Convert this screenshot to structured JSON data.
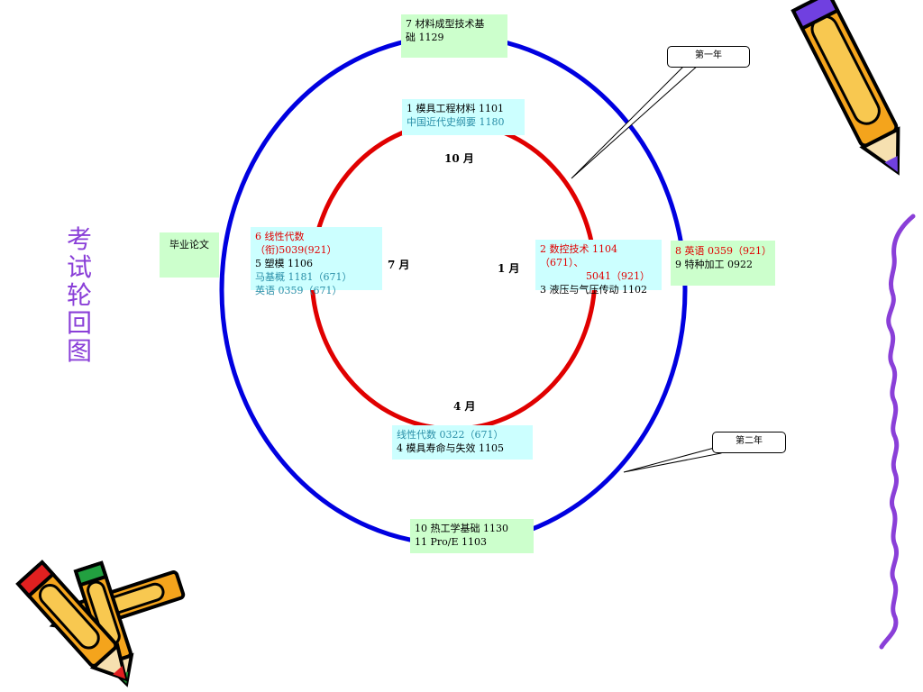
{
  "title_chars": [
    "考",
    "试",
    "轮",
    "回",
    "图"
  ],
  "callouts": {
    "year1": "第一年",
    "year2": "第二年"
  },
  "months": {
    "oct": "10 月",
    "jul": "7 月",
    "jan": "1 月",
    "apr": "4 月"
  },
  "boxes": {
    "top_outer": [
      "7 材料成型技术基",
      "础 1129"
    ],
    "top_inner": [
      "1 模具工程材料 1101",
      "中国近代史纲要 1180"
    ],
    "thesis": "毕业论文",
    "left_inner": [
      "6 线性代数（衔)5039(921）",
      "5 塑模 1106",
      "马基概 1181（671）",
      "英语 0359（671）"
    ],
    "right_inner": [
      "2 数控技术 1104（671）、",
      "5041（921）",
      "3 液压与气压传动 1102"
    ],
    "right_outer": [
      "8 英语 0359（921）",
      "9 特种加工 0922"
    ],
    "bottom_inner": [
      "线性代数 0322（671）",
      "4 模具寿命与失效 1105"
    ],
    "bottom_outer": [
      "10 热工学基础 1130",
      "11 Pro/E 1103"
    ]
  },
  "colors": {
    "outer_ring": "#0000e0",
    "inner_ring": "#e00000",
    "title": "#8a3fd8",
    "squiggle": "#8a3fd8",
    "green_box": "#ccffcc",
    "cyan_box": "#ccffff"
  },
  "icons": [
    "pencil-icon",
    "crossed-pencils-icon",
    "squiggle-line"
  ]
}
